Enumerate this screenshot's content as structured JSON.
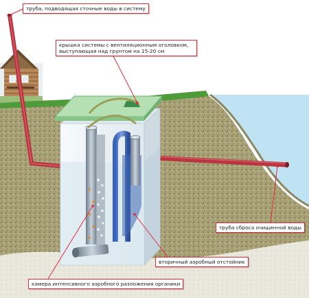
{
  "labels": {
    "inlet_pipe": "труба, подводящая сточные воды в систему",
    "lid": "крышка системы с вентиляционным оголовком, выступающая над грунтом на 15-20 см",
    "outlet_pipe": "труба сброса очищенной воды",
    "secondary_settler": "вторичный аэробный отстойник",
    "aerobic_chamber": "камера интенсивного аэробного разложения органики"
  },
  "colors": {
    "callout_border": "#e12a3a",
    "pipe": "#b9353f",
    "soil": "#a8a176",
    "grass": "#4f9a3b",
    "water": "#bfe3f2",
    "tank": "#eef4f8"
  }
}
